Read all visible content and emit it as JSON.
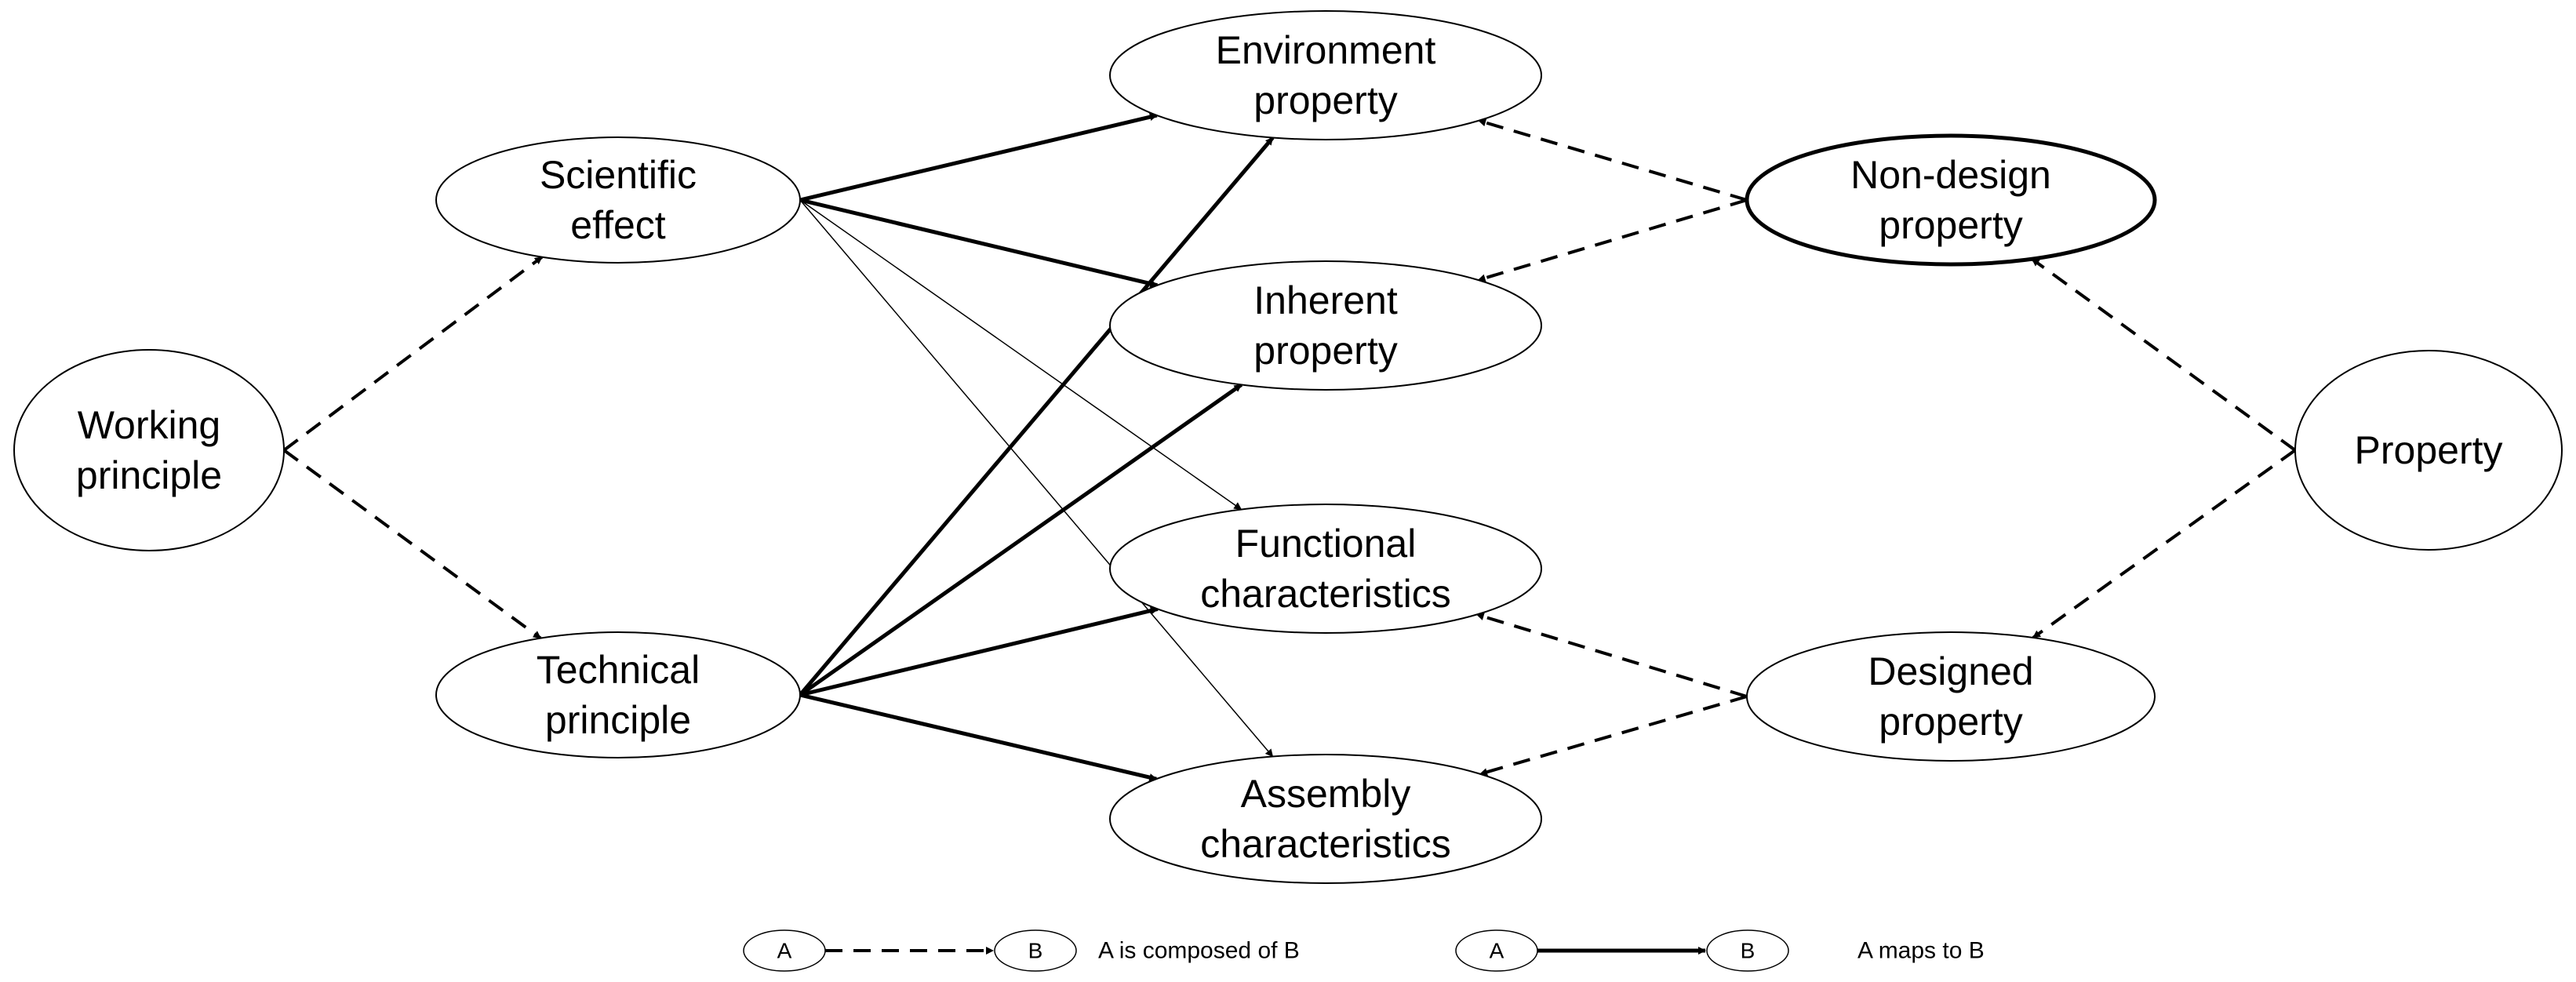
{
  "nodes": {
    "working_principle": {
      "lines": [
        "Working",
        "principle"
      ],
      "emphasis": false
    },
    "scientific_effect": {
      "lines": [
        "Scientific",
        "effect"
      ],
      "emphasis": false
    },
    "technical_principle": {
      "lines": [
        "Technical",
        "principle"
      ],
      "emphasis": false
    },
    "environment_property": {
      "lines": [
        "Environment",
        "property"
      ],
      "emphasis": false
    },
    "inherent_property": {
      "lines": [
        "Inherent",
        "property"
      ],
      "emphasis": false
    },
    "functional_characteristics": {
      "lines": [
        "Functional",
        "characteristics"
      ],
      "emphasis": false
    },
    "assembly_characteristics": {
      "lines": [
        "Assembly",
        "characteristics"
      ],
      "emphasis": false
    },
    "non_design_property": {
      "lines": [
        "Non-design",
        "property"
      ],
      "emphasis": true
    },
    "designed_property": {
      "lines": [
        "Designed",
        "property"
      ],
      "emphasis": false
    },
    "property": {
      "lines": [
        "Property"
      ],
      "emphasis": false
    }
  },
  "edges": [
    {
      "from": "working_principle",
      "to": "scientific_effect",
      "relation": "composed_of"
    },
    {
      "from": "working_principle",
      "to": "technical_principle",
      "relation": "composed_of"
    },
    {
      "from": "non_design_property",
      "to": "environment_property",
      "relation": "composed_of"
    },
    {
      "from": "non_design_property",
      "to": "inherent_property",
      "relation": "composed_of"
    },
    {
      "from": "designed_property",
      "to": "functional_characteristics",
      "relation": "composed_of"
    },
    {
      "from": "designed_property",
      "to": "assembly_characteristics",
      "relation": "composed_of"
    },
    {
      "from": "property",
      "to": "non_design_property",
      "relation": "composed_of"
    },
    {
      "from": "property",
      "to": "designed_property",
      "relation": "composed_of"
    },
    {
      "from": "scientific_effect",
      "to": "environment_property",
      "relation": "maps_to",
      "weight": "strong"
    },
    {
      "from": "scientific_effect",
      "to": "inherent_property",
      "relation": "maps_to",
      "weight": "strong"
    },
    {
      "from": "scientific_effect",
      "to": "functional_characteristics",
      "relation": "maps_to",
      "weight": "weak"
    },
    {
      "from": "scientific_effect",
      "to": "assembly_characteristics",
      "relation": "maps_to",
      "weight": "weak"
    },
    {
      "from": "technical_principle",
      "to": "environment_property",
      "relation": "maps_to",
      "weight": "strong"
    },
    {
      "from": "technical_principle",
      "to": "inherent_property",
      "relation": "maps_to",
      "weight": "strong"
    },
    {
      "from": "technical_principle",
      "to": "functional_characteristics",
      "relation": "maps_to",
      "weight": "strong"
    },
    {
      "from": "technical_principle",
      "to": "assembly_characteristics",
      "relation": "maps_to",
      "weight": "strong"
    }
  ],
  "legend": {
    "composed_of": {
      "a": "A",
      "b": "B",
      "text": "A is composed of B"
    },
    "maps_to": {
      "a": "A",
      "b": "B",
      "text": "A maps to B"
    }
  },
  "colors": {
    "stroke": "#000000",
    "background": "#ffffff"
  }
}
